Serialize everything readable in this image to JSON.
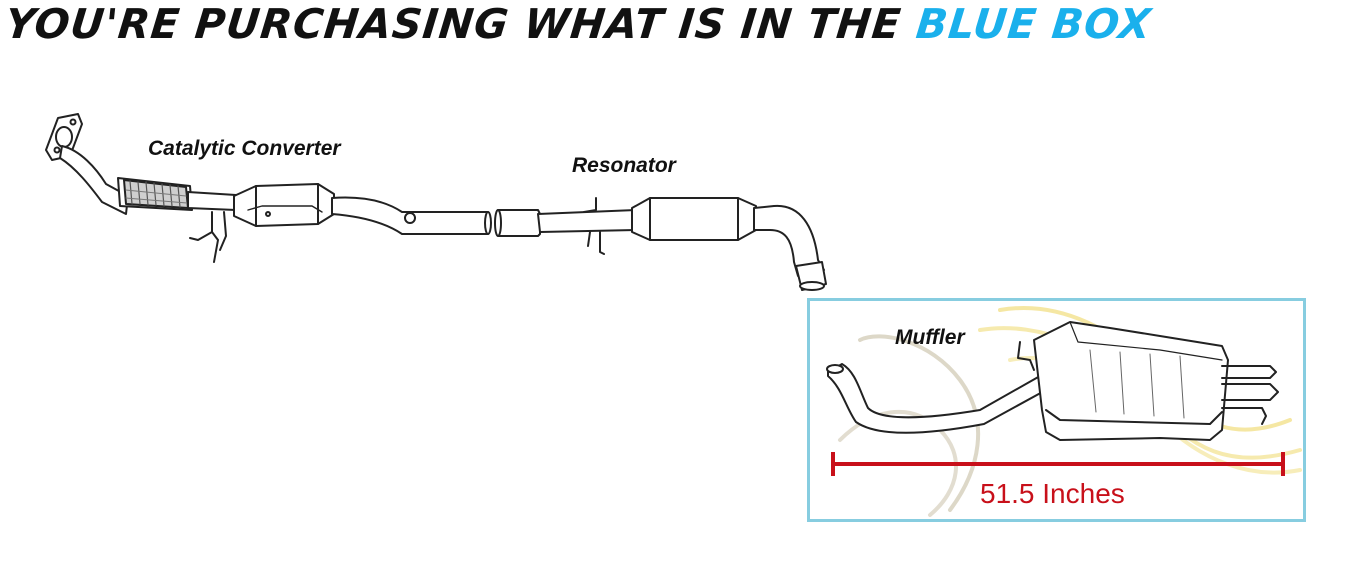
{
  "headline": {
    "part1": "YOU'RE PURCHASING WHAT IS IN THE ",
    "part2": "BLUE BOX"
  },
  "labels": {
    "catalytic": "Catalytic Converter",
    "resonator": "Resonator",
    "muffler": "Muffler"
  },
  "measurement": {
    "text": "51.5 Inches"
  },
  "colors": {
    "accent_blue": "#1ab0ec",
    "box_border": "#87cde0",
    "measure_red": "#c8101a"
  }
}
